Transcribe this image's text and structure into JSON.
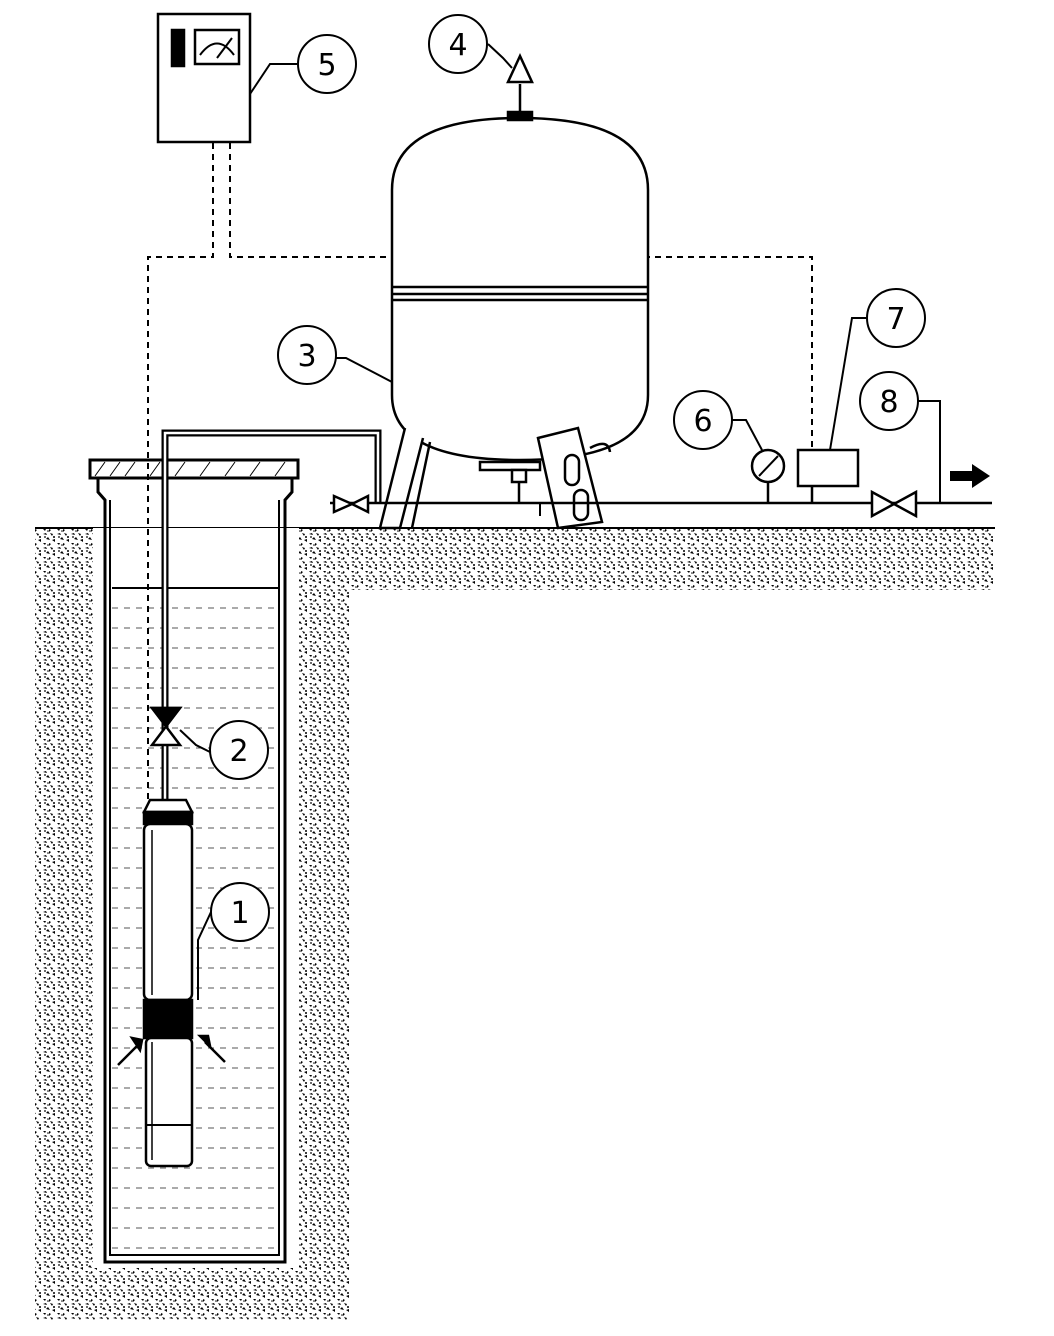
{
  "diagram": {
    "callouts": [
      {
        "id": "1",
        "label": "1",
        "component": "submersible-pump"
      },
      {
        "id": "2",
        "label": "2",
        "component": "check-valve"
      },
      {
        "id": "3",
        "label": "3",
        "component": "pressure-tank"
      },
      {
        "id": "4",
        "label": "4",
        "component": "air-valve"
      },
      {
        "id": "5",
        "label": "5",
        "component": "control-box"
      },
      {
        "id": "6",
        "label": "6",
        "component": "pressure-gauge"
      },
      {
        "id": "7",
        "label": "7",
        "component": "pressure-switch"
      },
      {
        "id": "8",
        "label": "8",
        "component": "outlet-valve"
      }
    ],
    "colors": {
      "ink": "#000000",
      "paper": "#ffffff",
      "water_lines": "#555555"
    }
  }
}
